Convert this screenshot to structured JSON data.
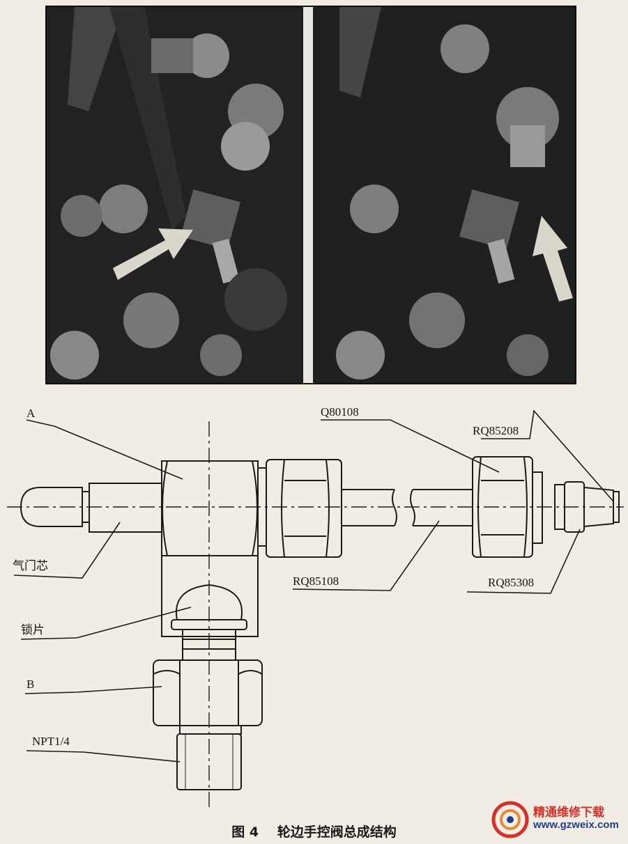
{
  "labels": {
    "A": "A",
    "B": "B",
    "valve_core": "气门芯",
    "lock_plate": "锁片",
    "npt": "NPT1/4",
    "q80108": "Q80108",
    "rq85208": "RQ85208",
    "rq85108": "RQ85108",
    "rq85308": "RQ85308"
  },
  "caption": {
    "figure_no": "图 4",
    "title": "轮边手控阀总成结构"
  },
  "watermark": {
    "site_name": "精通维修下载",
    "url": "www.gzweix.com"
  },
  "colors": {
    "line": "#1a1a1a",
    "paper": "#f1ede4",
    "photo_dark": "#1c1c1c",
    "arrow": "#d9d6cc",
    "watermark_red": "#d2322a",
    "watermark_blue": "#1f3d8a"
  }
}
